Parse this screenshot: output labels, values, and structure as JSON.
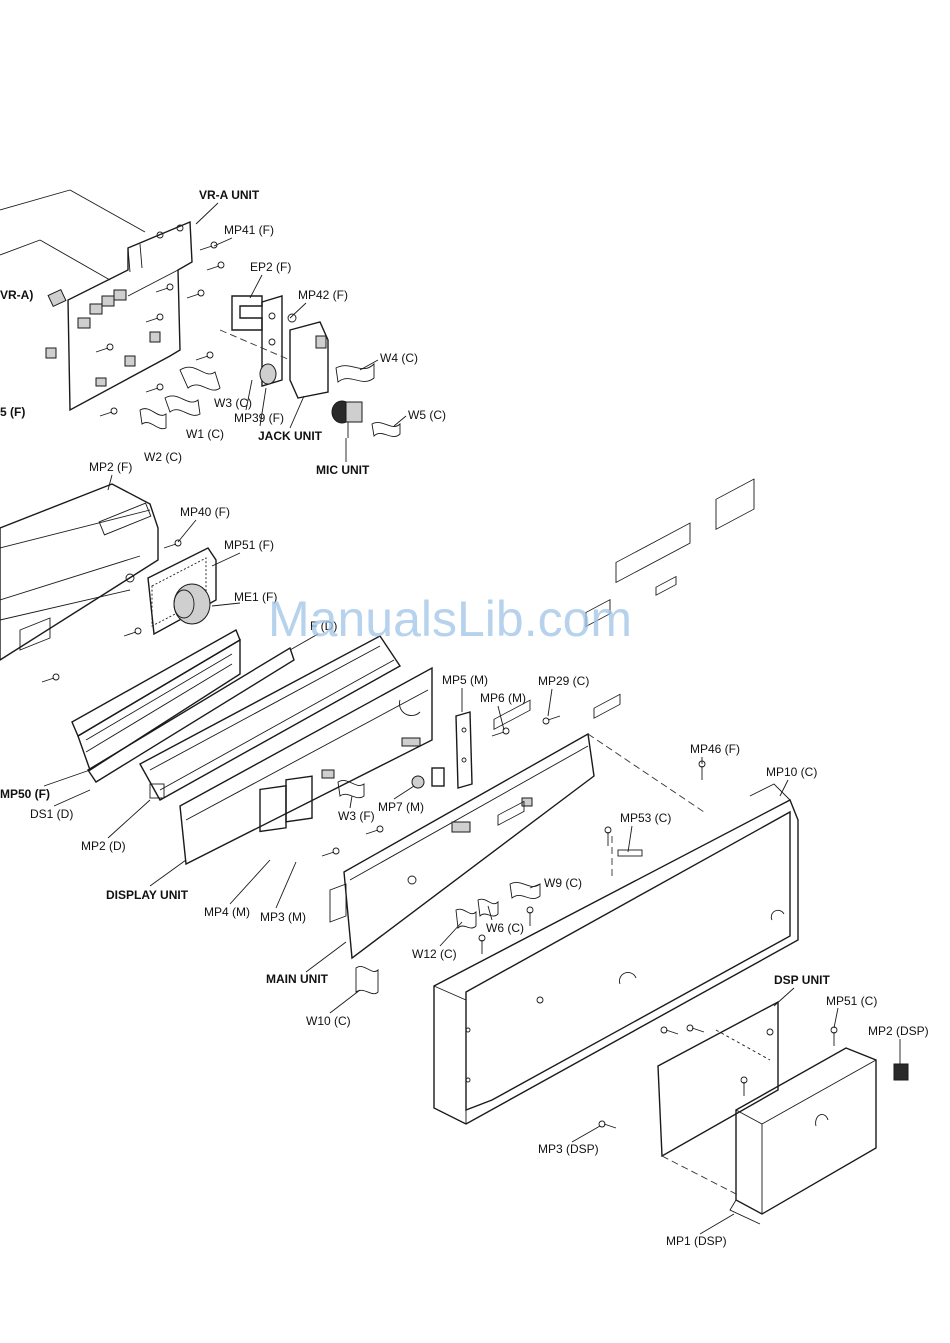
{
  "watermark": "ManualsLib.com",
  "labels": {
    "vra_unit": "VR-A UNIT",
    "mp41": "MP41 (F)",
    "ep2": "EP2 (F)",
    "mp42": "MP42 (F)",
    "vra_cut": "VR-A)",
    "w4": "W4 (C)",
    "w3c": "W3 (C)",
    "mp39": "MP39 (F)",
    "jack_unit": "JACK UNIT",
    "w5": "W5 (C)",
    "w1": "W1 (C)",
    "w2": "W2 (C)",
    "mic_unit": "MIC UNIT",
    "f_cut": "5 (F)",
    "mp2f": "MP2 (F)",
    "mp40": "MP40 (F)",
    "mp51f": "MP51 (F)",
    "me1": "ME1 (F)",
    "fd_cut": "F (D)",
    "mp5": "MP5 (M)",
    "mp6": "MP6 (M)",
    "mp29": "MP29 (C)",
    "mp46": "MP46 (F)",
    "mp10": "MP10 (C)",
    "mp50": "MP50 (F)",
    "ds1": "DS1 (D)",
    "w3f": "W3 (F)",
    "mp7": "MP7 (M)",
    "mp53": "MP53 (C)",
    "mp2d": "MP2 (D)",
    "display_unit": "DISPLAY UNIT",
    "w9": "W9 (C)",
    "mp4": "MP4 (M)",
    "mp3m": "MP3 (M)",
    "w6": "W6 (C)",
    "w12": "W12 (C)",
    "main_unit": "MAIN UNIT",
    "dsp_unit": "DSP UNIT",
    "mp51c": "MP51 (C)",
    "mp2dsp": "MP2 (DSP)",
    "w10": "W10 (C)",
    "mp3dsp": "MP3 (DSP)",
    "mp1dsp": "MP1 (DSP)"
  }
}
